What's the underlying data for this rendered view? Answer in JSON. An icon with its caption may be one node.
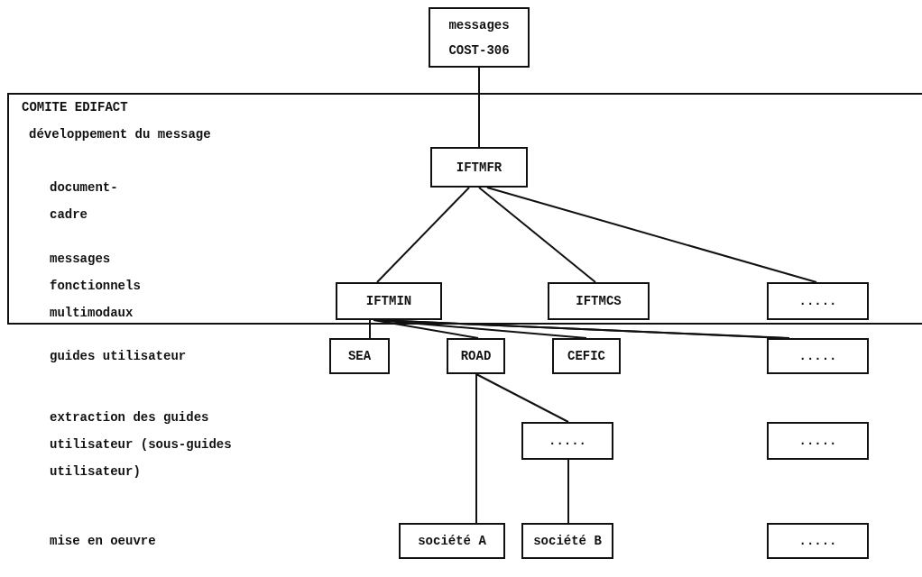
{
  "diagram": {
    "nodes": [
      {
        "text": [
          "messages COST-306"
        ]
      },
      {
        "text": [
          "COMITE EDIFACT",
          "développement du message"
        ]
      },
      {
        "text": [
          "IFTMFR"
        ],
        "in": 1
      },
      {
        "text": [
          "IFTMIN"
        ],
        "in": 1
      },
      {
        "text": [
          "IFTMCS"
        ],
        "in": 1
      },
      {
        "text": [
          "....."
        ],
        "in": 1
      },
      {
        "text": [
          "SEA"
        ]
      },
      {
        "text": [
          "ROAD"
        ]
      },
      {
        "text": [
          "CEFIC"
        ]
      },
      {
        "text": [
          "....."
        ]
      },
      {
        "text": [
          "....."
        ]
      },
      {
        "text": [
          "....."
        ]
      },
      {
        "text": [
          "société A"
        ]
      },
      {
        "text": [
          "société B"
        ]
      },
      {
        "text": [
          "....."
        ]
      }
    ],
    "edges": [
      {
        "from": 0,
        "to": 2,
        "arrow": "none"
      },
      {
        "from": 2,
        "to": 3,
        "arrow": "none"
      },
      {
        "from": 2,
        "to": 4,
        "arrow": "none"
      },
      {
        "from": 2,
        "to": 5,
        "arrow": "none"
      },
      {
        "from": 3,
        "to": 6,
        "arrow": "none"
      },
      {
        "from": 3,
        "to": 7,
        "arrow": "none"
      },
      {
        "from": 3,
        "to": 8,
        "arrow": "none"
      },
      {
        "from": 3,
        "to": 9,
        "arrow": "none"
      },
      {
        "from": 3,
        "to": 9,
        "arrow": "none"
      },
      {
        "from": 7,
        "to": 12,
        "arrow": "none"
      },
      {
        "from": 7,
        "to": 10,
        "arrow": "none"
      },
      {
        "from": 10,
        "to": 13,
        "arrow": "none"
      }
    ],
    "labels": [
      "document-cadre",
      "messages fonctionnels multimodaux",
      "guides utilisateur",
      "extraction des guides utilisateur (sous-guides utilisateur)",
      "mise en oeuvre"
    ]
  }
}
